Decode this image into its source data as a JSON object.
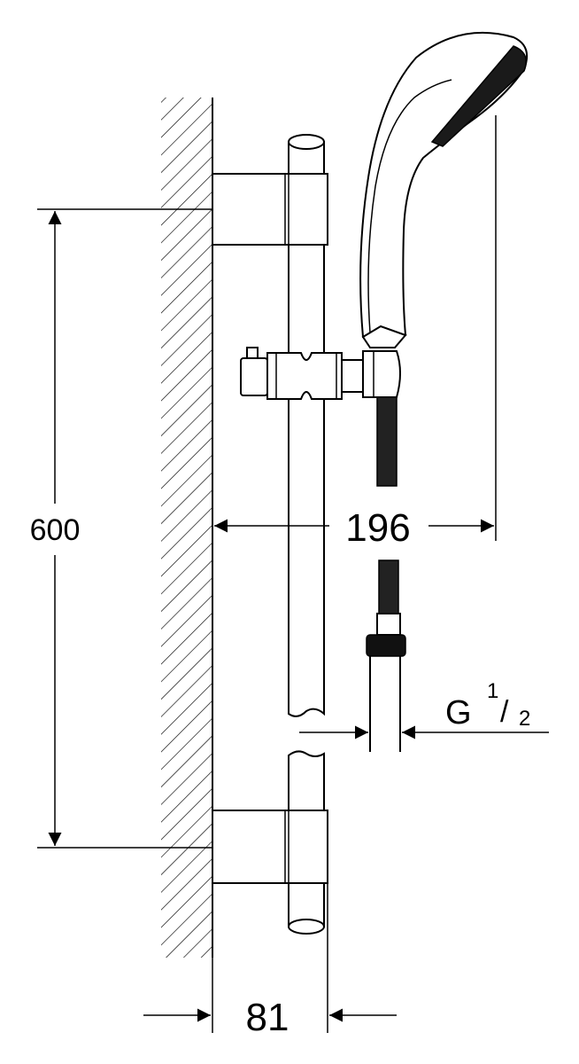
{
  "dimensions": {
    "height_bar": "600",
    "projection": "196",
    "wall_offset": "81",
    "thread_prefix": "G",
    "thread_num": "1",
    "thread_slash": "/",
    "thread_den": "2"
  },
  "parts": [
    "wall",
    "slide-rail",
    "upper-wall-bracket",
    "lower-wall-bracket",
    "slider-holder",
    "hand-shower",
    "shower-hose"
  ]
}
